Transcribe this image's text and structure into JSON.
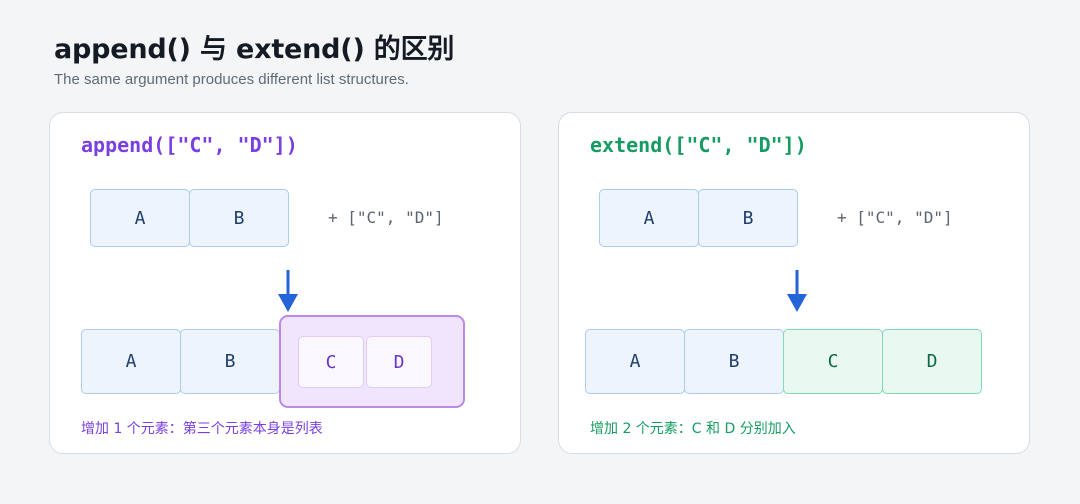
{
  "header": {
    "title": "append() 与 extend() 的区别",
    "subtitle": "The same argument produces different list structures."
  },
  "append_panel": {
    "code": "append([\"C\", \"D\"])",
    "input_items": [
      "A",
      "B"
    ],
    "argument": "+ [\"C\", \"D\"]",
    "result_items": [
      "A",
      "B"
    ],
    "nested_items": [
      "C",
      "D"
    ],
    "note": "增加 1 个元素：第三个元素本身是列表"
  },
  "extend_panel": {
    "code": "extend([\"C\", \"D\"])",
    "input_items": [
      "A",
      "B"
    ],
    "argument": "+ [\"C\", \"D\"]",
    "result_items": [
      "A",
      "B",
      "C",
      "D"
    ],
    "note": "增加 2 个元素：C 和 D 分别加入"
  },
  "colors": {
    "append_accent": "#7a3fe0",
    "extend_accent": "#169c62",
    "arrow": "#2563d8"
  }
}
